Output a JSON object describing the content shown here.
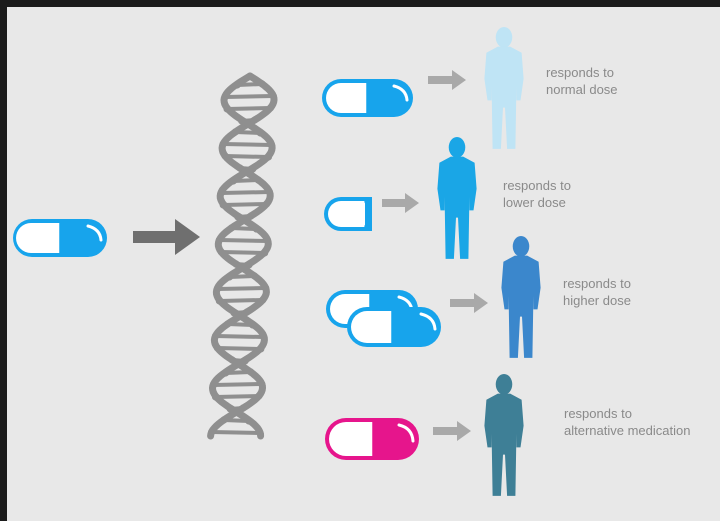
{
  "colors": {
    "background": "#e8e8e8",
    "frame": "#1b1b1b",
    "dna": "#8f8f8f",
    "arrow_main": "#6f6f6f",
    "arrow_small": "#a9a9a9",
    "pill_blue": "#17a4ec",
    "pill_magenta": "#e6158c",
    "person_normal": "#bfe4f5",
    "person_lower": "#1aa6e6",
    "person_higher": "#3b87cc",
    "person_alternative": "#3e7f96",
    "label_text": "#8a8a8a"
  },
  "outcomes": [
    {
      "id": "normal",
      "line1": "responds to",
      "line2": "normal dose",
      "pill": "full capsule, blue",
      "person_color": "#bfe4f5"
    },
    {
      "id": "lower",
      "line1": "responds to",
      "line2": "lower dose",
      "pill": "half capsule, blue",
      "person_color": "#1aa6e6"
    },
    {
      "id": "higher",
      "line1": "responds to",
      "line2": "higher dose",
      "pill": "two capsules, blue",
      "person_color": "#3b87cc"
    },
    {
      "id": "alternative",
      "line1": "responds to",
      "line2": "alternative medication",
      "pill": "full capsule, magenta",
      "person_color": "#3e7f96"
    }
  ],
  "icons": [
    "input-capsule-icon",
    "main-arrow-icon",
    "dna-helix-icon",
    "capsule-icon",
    "arrow-icon",
    "person-icon"
  ]
}
